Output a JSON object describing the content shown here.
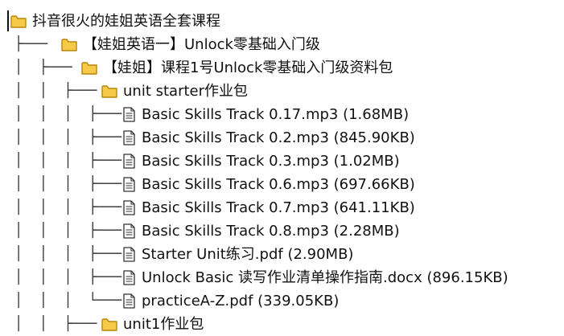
{
  "tree": {
    "root": {
      "name": "抖音很火的娃姐英语全套课程",
      "icon": "folder-icon"
    },
    "rows": [
      {
        "prefix": "├─── ",
        "icon": "folder-icon",
        "label": "【娃姐英语一】Unlock零基础入门级"
      },
      {
        "prefix": "│  ├─── ",
        "icon": "folder-icon",
        "label": "【娃姐】课程1号Unlock零基础入门级资料包"
      },
      {
        "prefix": "│  │  ├─── ",
        "icon": "folder-icon",
        "label": "unit starter作业包"
      },
      {
        "prefix": "│  │  │  ├─── ",
        "icon": "file-icon",
        "label": "Basic Skills Track 0.17.mp3 (1.68MB)"
      },
      {
        "prefix": "│  │  │  ├─── ",
        "icon": "file-icon",
        "label": "Basic Skills Track 0.2.mp3 (845.90KB)"
      },
      {
        "prefix": "│  │  │  ├─── ",
        "icon": "file-icon",
        "label": "Basic Skills Track 0.3.mp3 (1.02MB)"
      },
      {
        "prefix": "│  │  │  ├─── ",
        "icon": "file-icon",
        "label": "Basic Skills Track 0.6.mp3 (697.66KB)"
      },
      {
        "prefix": "│  │  │  ├─── ",
        "icon": "file-icon",
        "label": "Basic Skills Track 0.7.mp3 (641.11KB)"
      },
      {
        "prefix": "│  │  │  ├─── ",
        "icon": "file-icon",
        "label": "Basic Skills Track 0.8.mp3 (2.28MB)"
      },
      {
        "prefix": "│  │  │  ├─── ",
        "icon": "file-icon",
        "label": "Starter Unit练习.pdf (2.90MB)"
      },
      {
        "prefix": "│  │  │  ├─── ",
        "icon": "file-icon",
        "label": "Unlock Basic 读写作业清单操作指南.docx (896.15KB)"
      },
      {
        "prefix": "│  │  │  └─── ",
        "icon": "file-icon",
        "label": "practiceA-Z.pdf (339.05KB)"
      },
      {
        "prefix": "│  │  ├─── ",
        "icon": "folder-icon",
        "label": "unit1作业包"
      }
    ]
  },
  "colors": {
    "folder_fill": "#f7c948",
    "folder_stroke": "#b8860b",
    "file_fill": "#ffffff",
    "file_stroke": "#333333",
    "text": "#111111",
    "connector": "#333333"
  }
}
